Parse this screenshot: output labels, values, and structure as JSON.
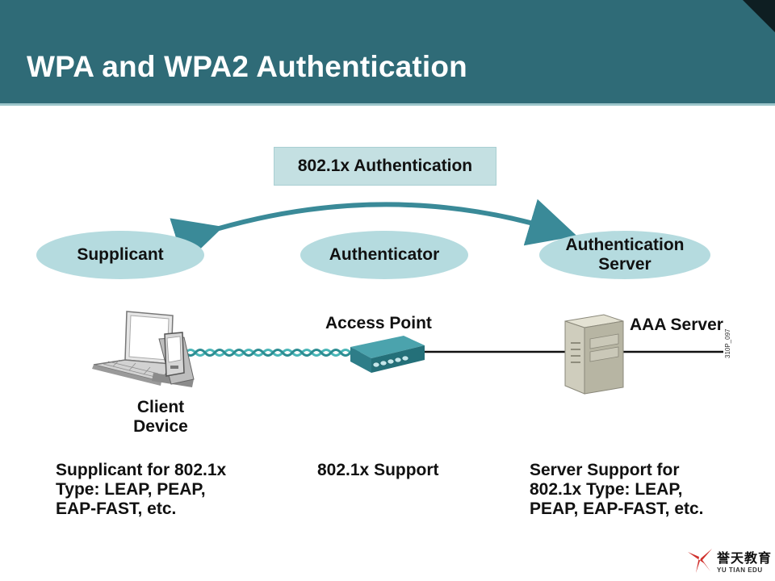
{
  "header": {
    "title": "WPA and WPA2 Authentication"
  },
  "auth_box": {
    "label": "802.1x Authentication"
  },
  "roles": {
    "supplicant": "Supplicant",
    "authenticator": "Authenticator",
    "server_line1": "Authentication",
    "server_line2": "Server"
  },
  "devices": {
    "access_point": "Access Point",
    "aaa_server": "AAA Server",
    "client_line1": "Client",
    "client_line2": "Device"
  },
  "descriptions": {
    "supplicant": [
      "Supplicant for 802.1x",
      "Type: LEAP, PEAP,",
      "EAP-FAST, etc."
    ],
    "authenticator": [
      "802.1x Support"
    ],
    "server": [
      "Server Support for",
      "802.1x Type: LEAP,",
      "PEAP, EAP-FAST, etc."
    ]
  },
  "figure_code": "310P_097",
  "logo": {
    "cn": "誉天教育",
    "en": "YU TIAN EDU"
  },
  "colors": {
    "header": "#2f6b77",
    "ellipse": "#b5dbdf",
    "arrow": "#3a8a98",
    "logo_red": "#d0312d"
  }
}
